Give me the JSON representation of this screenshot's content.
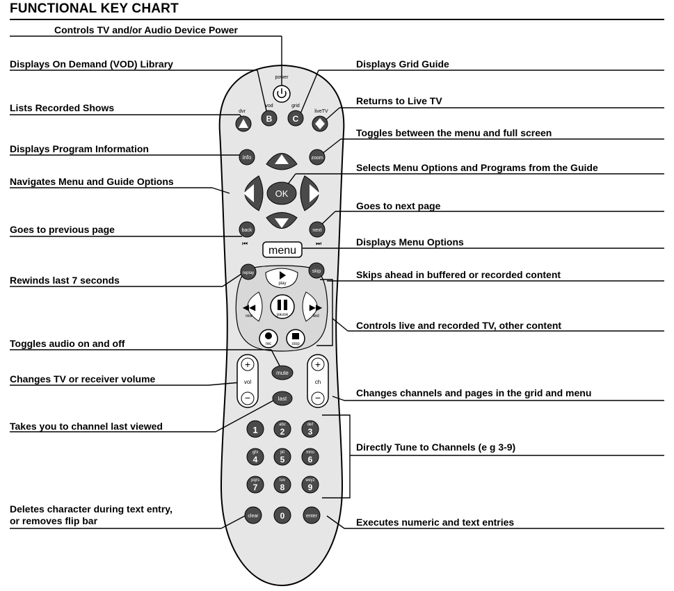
{
  "title": "FUNCTIONAL KEY CHART",
  "callouts": {
    "power": "Controls TV and/or Audio Device Power",
    "vod": "Displays On Demand (VOD) Library",
    "grid": "Displays Grid Guide",
    "dvr": "Lists Recorded Shows",
    "livetv": "Returns to Live TV",
    "info": "Displays Program Information",
    "zoom": "Toggles between the menu and full screen",
    "ok": "Selects Menu Options and Programs from the Guide",
    "nav": "Navigates Menu and Guide Options",
    "next": "Goes to next page",
    "back": "Goes to previous page",
    "menu": "Displays Menu Options",
    "replay": "Rewinds last 7 seconds",
    "skip": "Skips ahead in buffered or recorded content",
    "transport": "Controls live and recorded TV, other content",
    "mute": "Toggles audio on and off",
    "vol": "Changes TV or receiver volume",
    "ch": "Changes channels and pages in the grid and menu",
    "last": "Takes you to channel last viewed",
    "digits": "Directly Tune to Channels (e g   3-9)",
    "clear_line1": "Deletes character during text entry,",
    "clear_line2": "or removes flip bar",
    "enter": "Executes numeric and text entries"
  },
  "buttons": {
    "power": "power",
    "vod_letter": "B",
    "vod": "vod",
    "grid_letter": "C",
    "grid": "grid",
    "dvr": "dvr",
    "livetv": "liveTV",
    "info": "info",
    "zoom": "zoom",
    "ok": "OK",
    "back": "back",
    "next": "next",
    "menu": "menu",
    "replay": "replay",
    "skip": "skip",
    "play": "play",
    "rew": "rew",
    "pause": "pause",
    "fwd": "fwd",
    "rec": "rec",
    "stop": "stop",
    "mute": "mute",
    "vol": "vol",
    "ch": "ch",
    "last": "last",
    "clear": "clear",
    "zero": "0",
    "enter": "enter",
    "keypad": [
      {
        "digit": "1",
        "letters": ""
      },
      {
        "digit": "2",
        "letters": "abc"
      },
      {
        "digit": "3",
        "letters": "def"
      },
      {
        "digit": "4",
        "letters": "ghi"
      },
      {
        "digit": "5",
        "letters": "jkl"
      },
      {
        "digit": "6",
        "letters": "mno"
      },
      {
        "digit": "7",
        "letters": "pqrs"
      },
      {
        "digit": "8",
        "letters": "tuv"
      },
      {
        "digit": "9",
        "letters": "wxyz"
      }
    ]
  },
  "colors": {
    "remote_body": "#e6e6e6",
    "button_dark": "#4a4a4a",
    "outline": "#000000"
  }
}
